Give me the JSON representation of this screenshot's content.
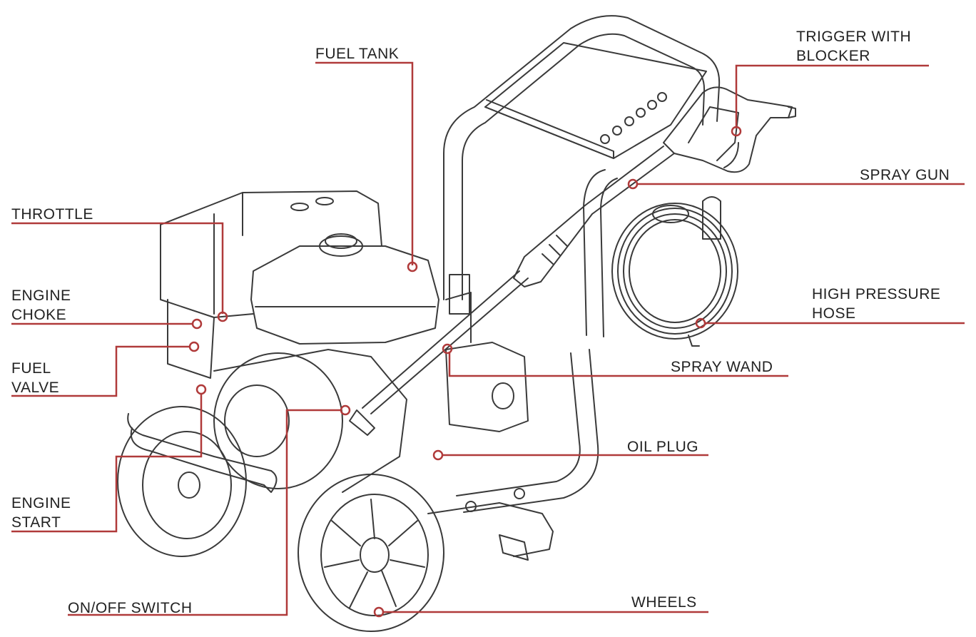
{
  "colors": {
    "leader": "#b03a3a",
    "drawing": "#3a3a3a",
    "text": "#222222",
    "background": "#ffffff"
  },
  "labels": {
    "fuel_tank": "FUEL TANK",
    "trigger_with_blocker": "TRIGGER WITH\nBLOCKER",
    "spray_gun": "SPRAY GUN",
    "throttle": "THROTTLE",
    "engine_choke": "ENGINE\nCHOKE",
    "fuel_valve": "FUEL\nVALVE",
    "high_pressure_hose": "HIGH PRESSURE\nHOSE",
    "spray_wand": "SPRAY WAND",
    "oil_plug": "OIL PLUG",
    "engine_start": "ENGINE\nSTART",
    "on_off_switch": "ON/OFF SWITCH",
    "wheels": "WHEELS"
  }
}
